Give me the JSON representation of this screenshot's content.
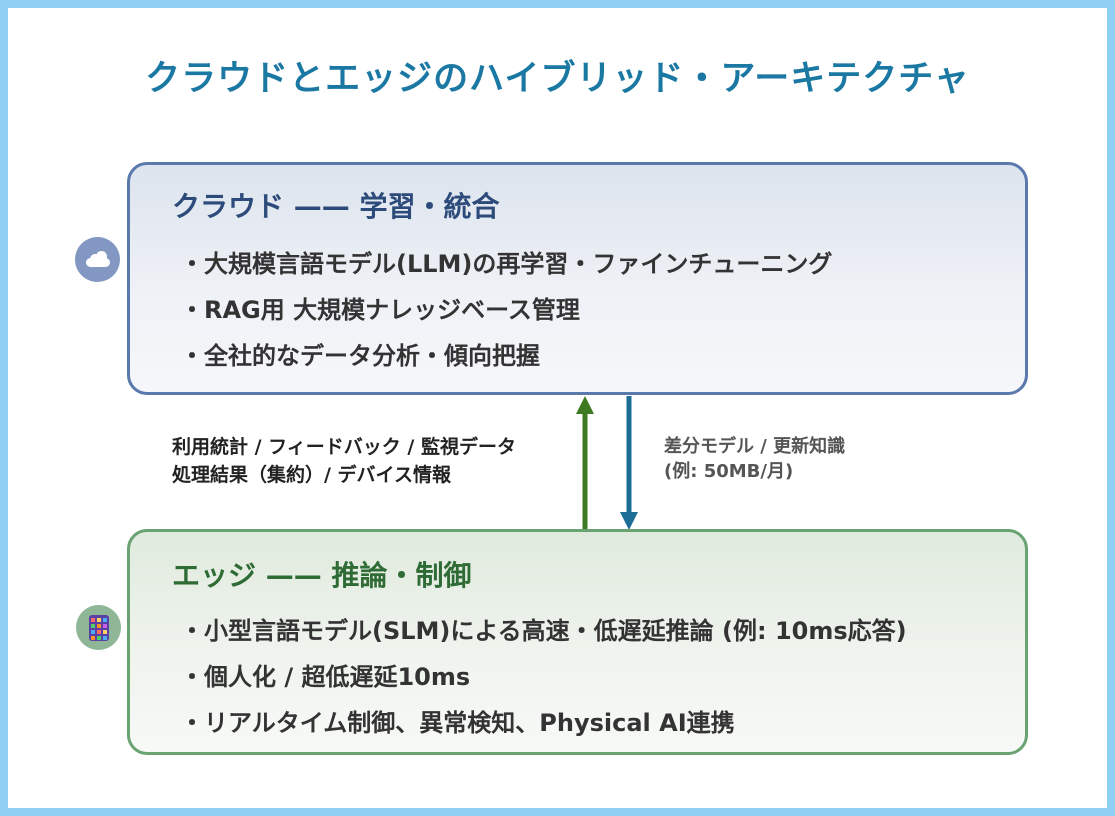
{
  "title": "クラウドとエッジのハイブリッド・アーキテクチャ",
  "cloud": {
    "icon": "cloud-icon",
    "heading": "クラウド —— 学習・統合",
    "items": [
      "・大規模言語モデル(LLM)の再学習・ファインチューニング",
      "・RAG用 大規模ナレッジベース管理",
      "・全社的なデータ分析・傾向把握"
    ]
  },
  "edge": {
    "icon": "chip-icon",
    "heading": "エッジ —— 推論・制御",
    "items": [
      "・小型言語モデル(SLM)による高速・低遅延推論 (例: 10ms応答)",
      "・個人化 / 超低遅延10ms",
      "・リアルタイム制御、異常検知、Physical AI連携"
    ]
  },
  "upflow": {
    "line1": "利用統計 / フィードバック / 監視データ",
    "line2": "処理結果（集約）/ デバイス情報"
  },
  "downflow": {
    "line1": "差分モデル / 更新知識",
    "line2": "(例: 50MB/月)"
  },
  "colors": {
    "frame": "#8fd0f3",
    "title": "#1a78a3",
    "cloud_border": "#5a79ad",
    "edge_border": "#6aa372",
    "up_arrow": "#3d7a22",
    "down_arrow": "#1d6d97"
  }
}
